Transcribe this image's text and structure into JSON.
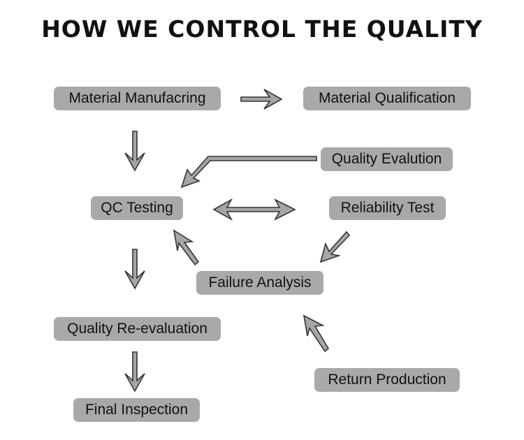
{
  "title": "HOW WE CONTROL THE QUALITY",
  "steps": {
    "material_manufacturing": "Material Manufacring",
    "material_qualification": "Material Qualification",
    "quality_evaluation": "Quality Evalution",
    "qc_testing": "QC Testing",
    "reliability_test": "Reliability Test",
    "failure_analysis": "Failure Analysis",
    "quality_reevaluation": "Quality Re-evaluation",
    "return_production": "Return Production",
    "final_inspection": "Final Inspection"
  },
  "colors": {
    "box_fill": "#a9a9a9",
    "arrow_fill": "#a6a6a6",
    "arrow_outline": "#333333",
    "text": "#111111"
  }
}
